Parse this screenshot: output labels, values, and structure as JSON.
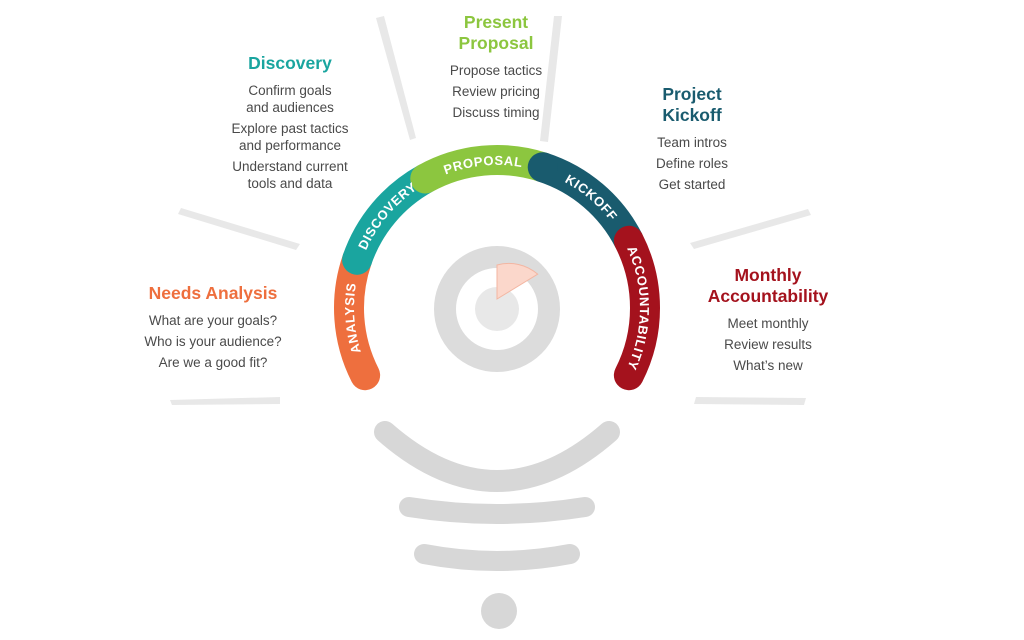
{
  "colors": {
    "analysis": "#ee6f3e",
    "discovery": "#1aa59f",
    "proposal": "#8cc63f",
    "kickoff": "#195b6e",
    "accountability": "#a4121d",
    "bulb": "#d7d7d7",
    "ray": "#e8e8e8",
    "text": "#4a4a4a"
  },
  "stages": [
    {
      "key": "analysis",
      "arc_label": "ANALYSIS",
      "title_lines": [
        "Needs Analysis"
      ],
      "items": [
        {
          "lines": [
            "What are your goals?"
          ]
        },
        {
          "lines": [
            "Who is your audience?"
          ]
        },
        {
          "lines": [
            "Are we a good fit?"
          ]
        }
      ]
    },
    {
      "key": "discovery",
      "arc_label": "DISCOVERY",
      "title_lines": [
        "Discovery"
      ],
      "items": [
        {
          "lines": [
            "Confirm goals",
            "and audiences"
          ]
        },
        {
          "lines": [
            "Explore past tactics",
            "and performance"
          ]
        },
        {
          "lines": [
            "Understand current",
            "tools and data"
          ]
        }
      ]
    },
    {
      "key": "proposal",
      "arc_label": "PROPOSAL",
      "title_lines": [
        "Present",
        "Proposal"
      ],
      "items": [
        {
          "lines": [
            "Propose tactics"
          ]
        },
        {
          "lines": [
            "Review pricing"
          ]
        },
        {
          "lines": [
            "Discuss timing"
          ]
        }
      ]
    },
    {
      "key": "kickoff",
      "arc_label": "KICKOFF",
      "title_lines": [
        "Project",
        "Kickoff"
      ],
      "items": [
        {
          "lines": [
            "Team intros"
          ]
        },
        {
          "lines": [
            "Define roles"
          ]
        },
        {
          "lines": [
            "Get started"
          ]
        }
      ]
    },
    {
      "key": "accountability",
      "arc_label": "ACCOUNTABILITY",
      "title_lines": [
        "Monthly",
        "Accountability"
      ],
      "items": [
        {
          "lines": [
            "Meet monthly"
          ]
        },
        {
          "lines": [
            "Review results"
          ]
        },
        {
          "lines": [
            "What’s new"
          ]
        }
      ]
    }
  ]
}
